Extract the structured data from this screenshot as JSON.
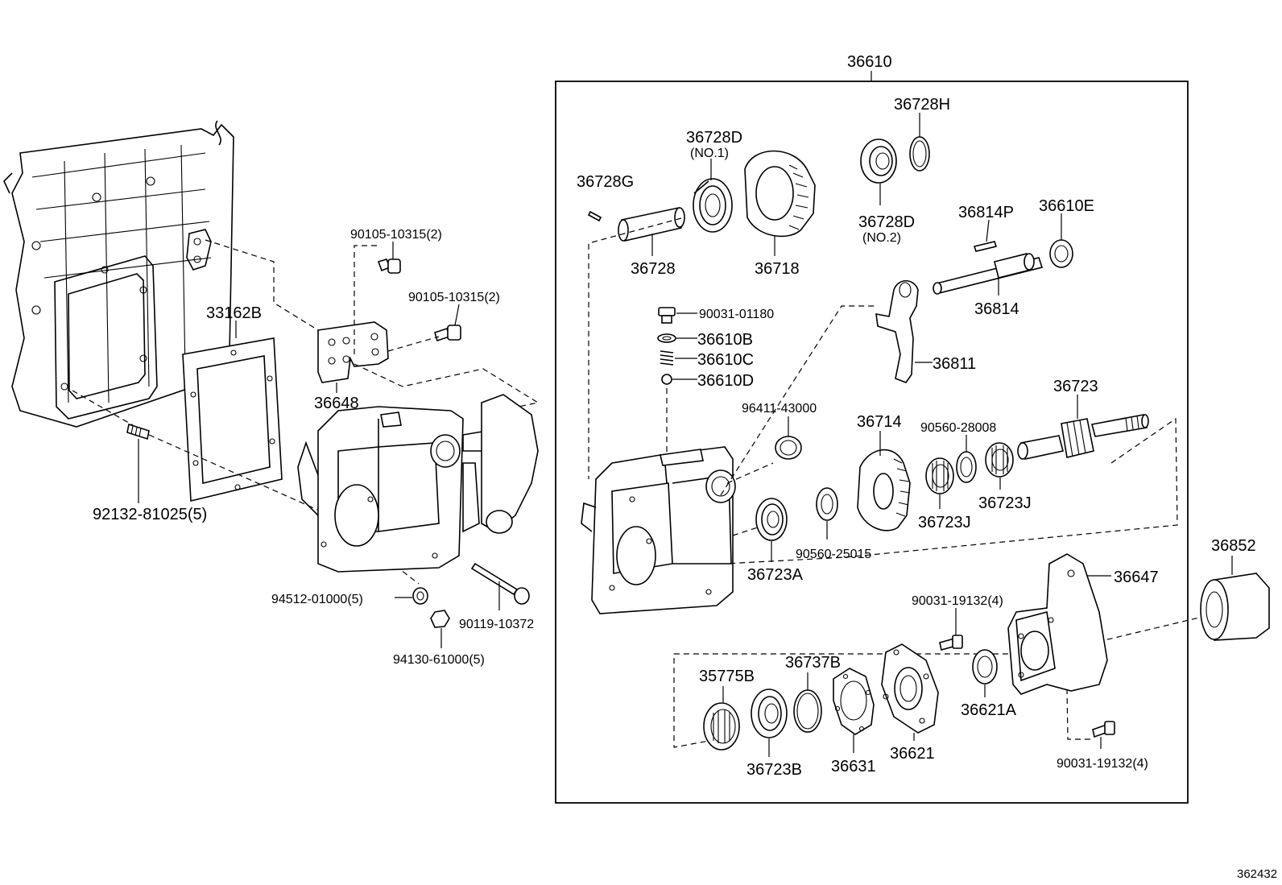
{
  "figure_number": "362432",
  "assembly_label": "36610",
  "labels": {
    "p36728H": "36728H",
    "p36728D_1": "36728D",
    "p36728D_1_note": "(NO.1)",
    "p36728G": "36728G",
    "p36728D_2": "36728D",
    "p36728D_2_note": "(NO.2)",
    "p36814P": "36814P",
    "p36610E": "36610E",
    "p36728": "36728",
    "p36718": "36718",
    "p36814": "36814",
    "p90031_01180": "90031-01180",
    "p36610B": "36610B",
    "p36610C": "36610C",
    "p36610D": "36610D",
    "p36811": "36811",
    "p96411_43000": "96411-43000",
    "p36714": "36714",
    "p90560_28008": "90560-28008",
    "p36723": "36723",
    "p36723J_1": "36723J",
    "p36723J_2": "36723J",
    "p36723A": "36723A",
    "p90560_25015": "90560-25015",
    "p36852": "36852",
    "p36647": "36647",
    "p90031_19132_a": "90031-19132(4)",
    "p35775B": "35775B",
    "p36737B": "36737B",
    "p36621A": "36621A",
    "p36621": "36621",
    "p36631": "36631",
    "p36723B": "36723B",
    "p90031_19132_b": "90031-19132(4)",
    "p90105_10315_a": "90105-10315(2)",
    "p90105_10315_b": "90105-10315(2)",
    "p33162B": "33162B",
    "p36648": "36648",
    "p92132_81025": "92132-81025(5)",
    "p94512_01000": "94512-01000(5)",
    "p90119_10372": "90119-10372",
    "p94130_61000": "94130-61000(5)"
  }
}
